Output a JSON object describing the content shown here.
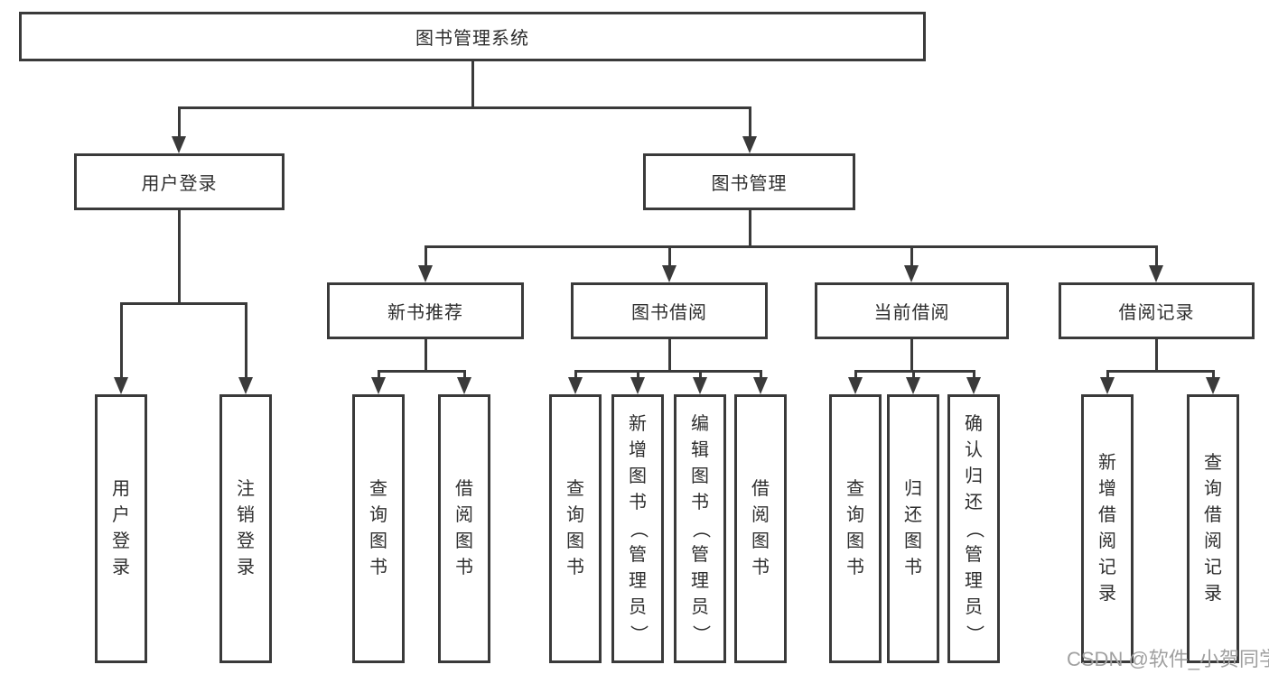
{
  "diagram": {
    "root": {
      "label": "图书管理系统"
    },
    "level2": [
      {
        "label": "用户登录"
      },
      {
        "label": "图书管理"
      }
    ],
    "level3": [
      {
        "label": "新书推荐"
      },
      {
        "label": "图书借阅"
      },
      {
        "label": "当前借阅"
      },
      {
        "label": "借阅记录"
      }
    ],
    "leaves": {
      "user_login": [
        {
          "label": "用户登录"
        },
        {
          "label": "注销登录"
        }
      ],
      "new_book": [
        {
          "label": "查询图书"
        },
        {
          "label": "借阅图书"
        }
      ],
      "book_borrow": [
        {
          "label": "查询图书"
        },
        {
          "label": "新增图书（管理员）"
        },
        {
          "label": "编辑图书（管理员）"
        },
        {
          "label": "借阅图书"
        }
      ],
      "current_borrow": [
        {
          "label": "查询图书"
        },
        {
          "label": "归还图书"
        },
        {
          "label": "确认归还（管理员）"
        }
      ],
      "borrow_record": [
        {
          "label": "新增借阅记录"
        },
        {
          "label": "查询借阅记录"
        }
      ]
    }
  },
  "watermark": {
    "text": "CSDN @软件_小贺同学"
  },
  "colors": {
    "line": "#3a3a3a",
    "text": "#2e2e2e",
    "watermark": "#a0a0a0",
    "background": "#ffffff"
  }
}
